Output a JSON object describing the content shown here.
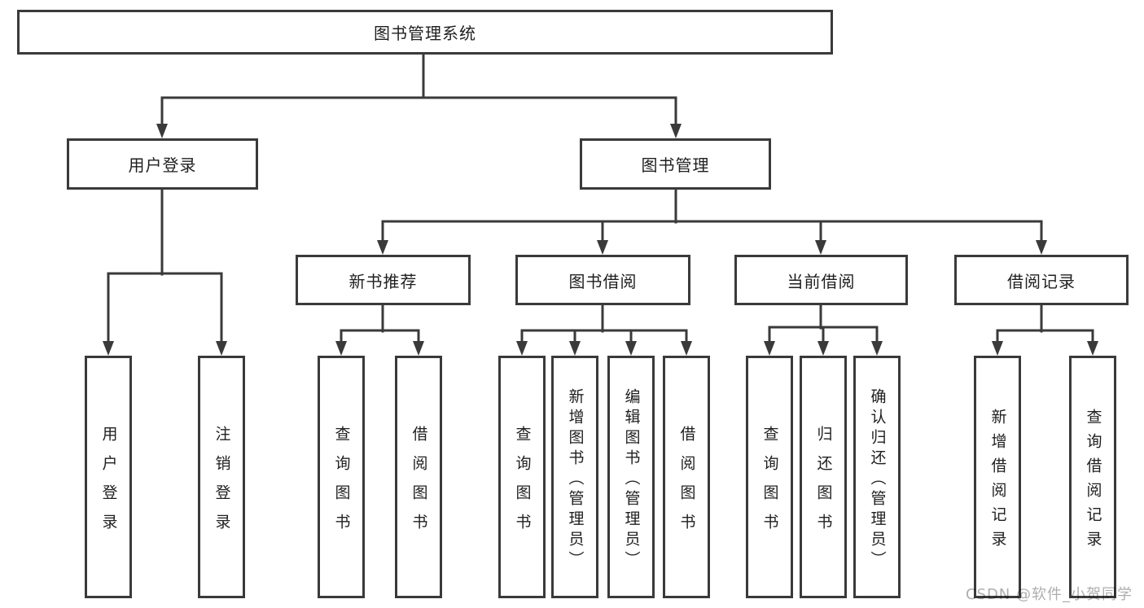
{
  "tree": {
    "label": "图书管理系统",
    "children": [
      {
        "label": "用户登录",
        "children": [
          {
            "label": "用户登录"
          },
          {
            "label": "注销登录"
          }
        ]
      },
      {
        "label": "图书管理",
        "children": [
          {
            "label": "新书推荐",
            "children": [
              {
                "label": "查询图书"
              },
              {
                "label": "借阅图书"
              }
            ]
          },
          {
            "label": "图书借阅",
            "children": [
              {
                "label": "查询图书"
              },
              {
                "label": "新增图书（管理员）"
              },
              {
                "label": "编辑图书（管理员）"
              },
              {
                "label": "借阅图书"
              }
            ]
          },
          {
            "label": "当前借阅",
            "children": [
              {
                "label": "查询图书"
              },
              {
                "label": "归还图书"
              },
              {
                "label": "确认归还（管理员）"
              }
            ]
          },
          {
            "label": "借阅记录",
            "children": [
              {
                "label": "新增借阅记录"
              },
              {
                "label": "查询借阅记录"
              }
            ]
          }
        ]
      }
    ]
  },
  "watermark": "CSDN @软件_小贺同学",
  "colors": {
    "line": "#3a3a3a",
    "box_border": "#3a3a3a",
    "box_bg": "#ffffff",
    "text": "#1f1f1f",
    "watermark": "#aeaeae",
    "background": "#ffffff"
  }
}
